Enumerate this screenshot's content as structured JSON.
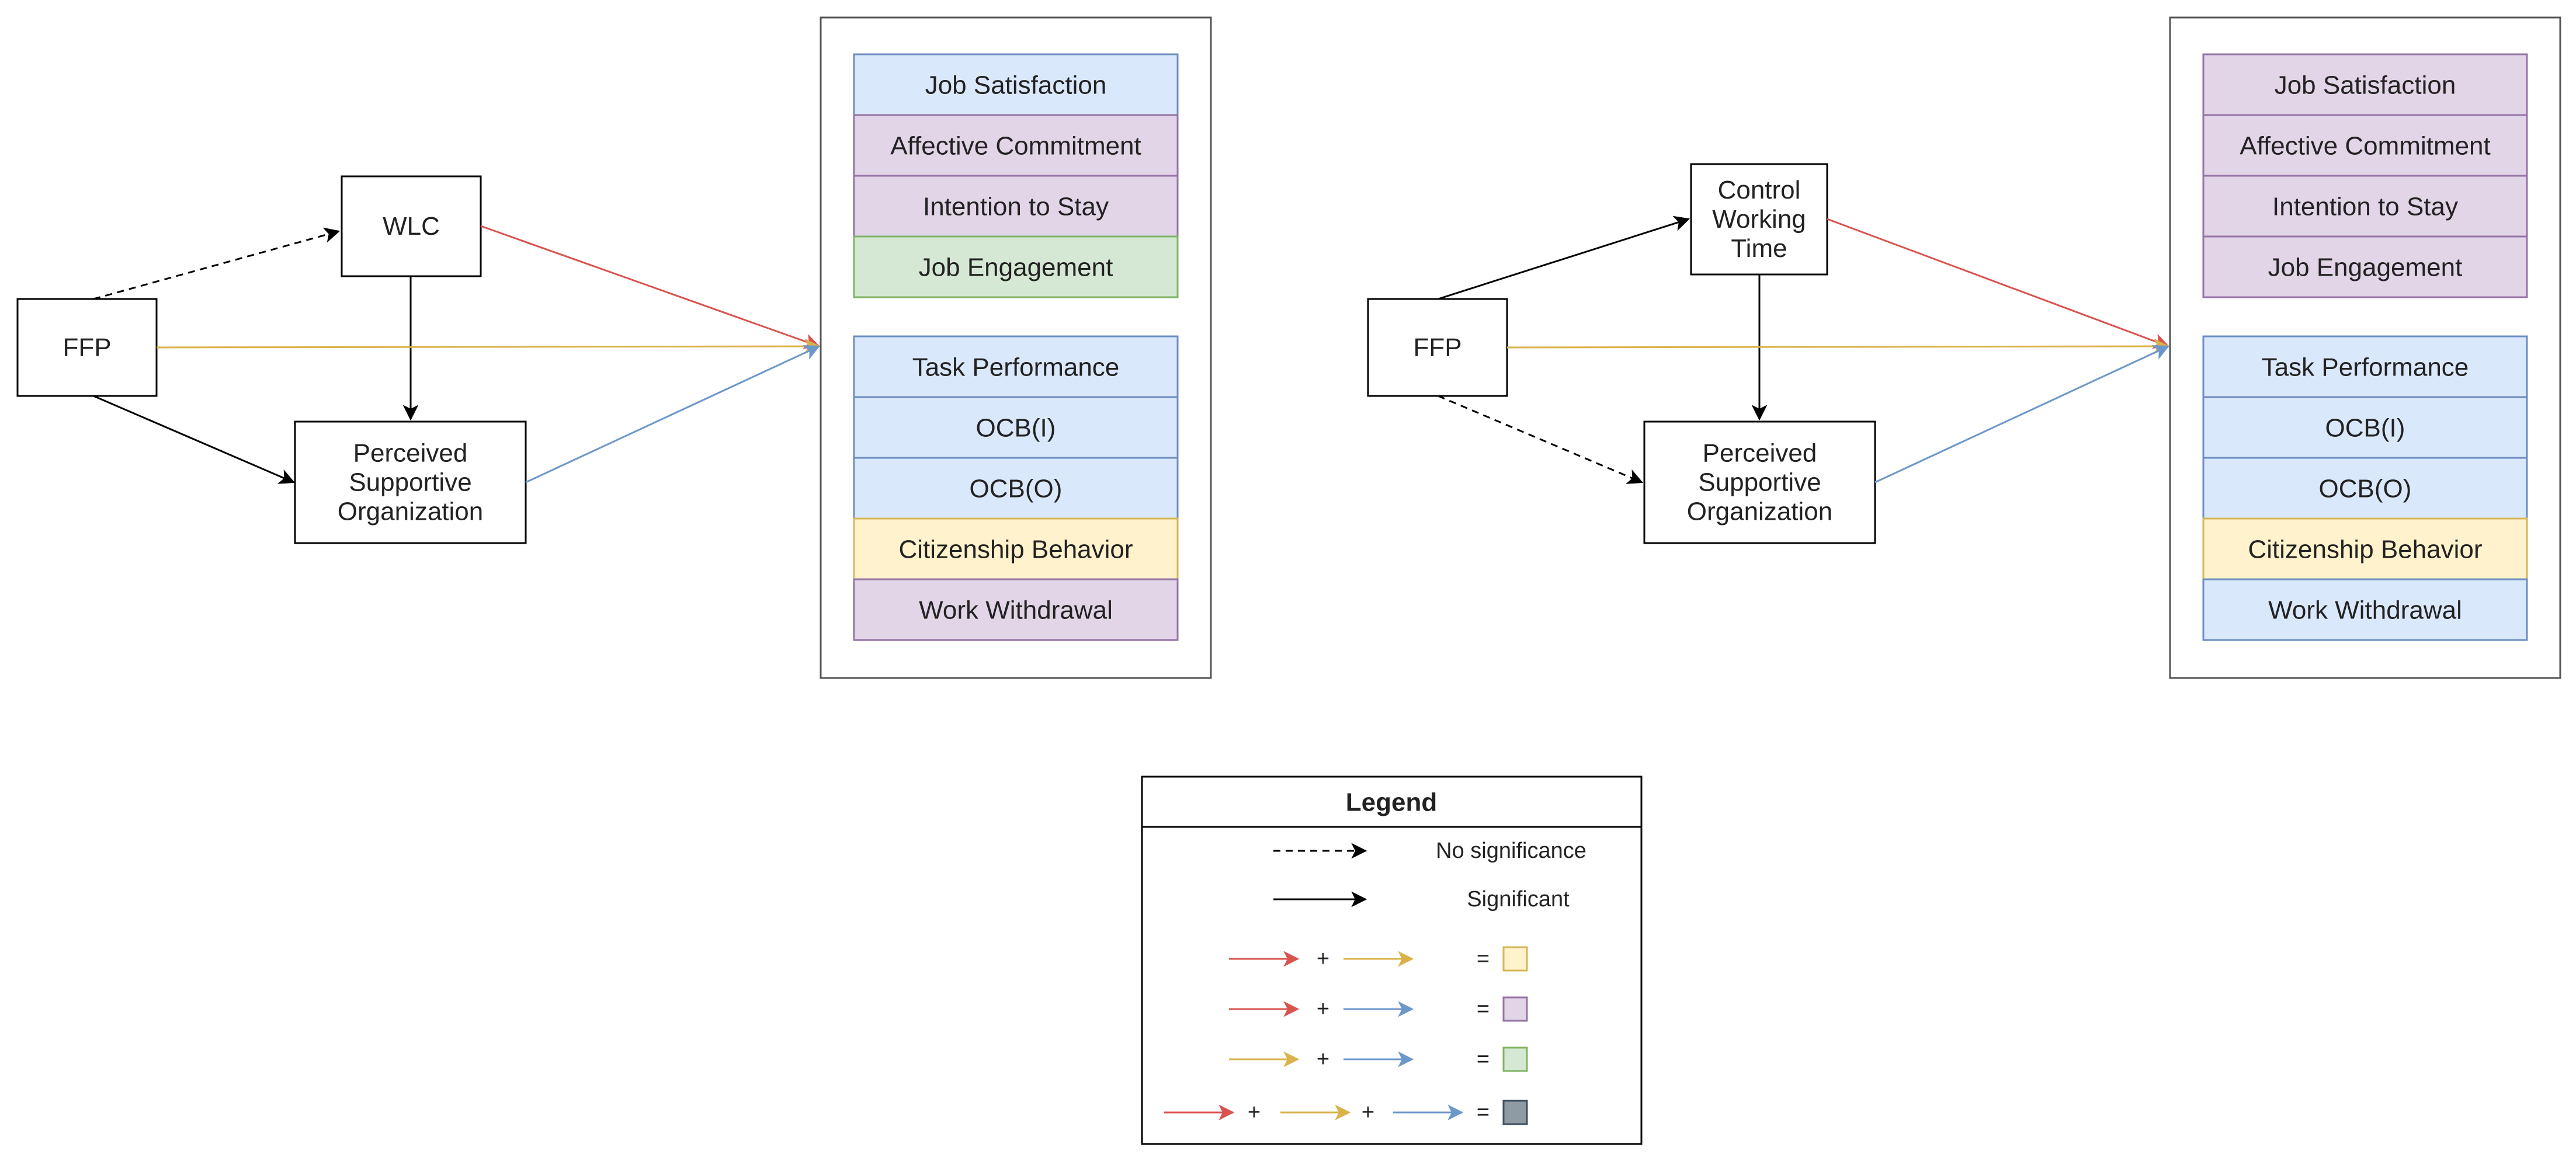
{
  "colors": {
    "red": "#d9534f",
    "yellow": "#d9b24a",
    "blue": "#6c97c9",
    "black": "#000000",
    "fill_blue": "#dae8fc",
    "stroke_blue": "#6c8ebf",
    "fill_purple": "#e1d5e7",
    "stroke_purple": "#9673a6",
    "fill_green": "#d5e8d4",
    "stroke_green": "#82b366",
    "fill_yellow": "#fff2cc",
    "stroke_yellow": "#d6b656",
    "fill_gray": "#8f9ba4",
    "stroke_gray": "#3d4f5e"
  },
  "left_model": {
    "ffp": "FFP",
    "mediator": [
      "WLC"
    ],
    "pso": [
      "Perceived",
      "Supportive",
      "Organization"
    ],
    "outcomes_top": [
      {
        "label": "Job Satisfaction",
        "color": "blue"
      },
      {
        "label": "Affective Commitment",
        "color": "purple"
      },
      {
        "label": "Intention to Stay",
        "color": "purple"
      },
      {
        "label": "Job Engagement",
        "color": "green"
      }
    ],
    "outcomes_bottom": [
      {
        "label": "Task Performance",
        "color": "blue"
      },
      {
        "label": "OCB(I)",
        "color": "blue"
      },
      {
        "label": "OCB(O)",
        "color": "blue"
      },
      {
        "label": "Citizenship Behavior",
        "color": "yellow"
      },
      {
        "label": "Work Withdrawal",
        "color": "purple"
      }
    ]
  },
  "right_model": {
    "ffp": "FFP",
    "mediator": [
      "Control",
      "Working",
      "Time"
    ],
    "pso": [
      "Perceived",
      "Supportive",
      "Organization"
    ],
    "outcomes_top": [
      {
        "label": "Job Satisfaction",
        "color": "purple"
      },
      {
        "label": "Affective Commitment",
        "color": "purple"
      },
      {
        "label": "Intention to Stay",
        "color": "purple"
      },
      {
        "label": "Job Engagement",
        "color": "purple"
      }
    ],
    "outcomes_bottom": [
      {
        "label": "Task Performance",
        "color": "blue"
      },
      {
        "label": "OCB(I)",
        "color": "blue"
      },
      {
        "label": "OCB(O)",
        "color": "blue"
      },
      {
        "label": "Citizenship Behavior",
        "color": "yellow"
      },
      {
        "label": "Work Withdrawal",
        "color": "blue"
      }
    ]
  },
  "legend": {
    "title": "Legend",
    "no_significance": "No significance",
    "significant": "Significant",
    "plus": "+",
    "equals": "=",
    "combos": [
      {
        "arrows": [
          "red",
          "yellow"
        ],
        "result": "yellow"
      },
      {
        "arrows": [
          "red",
          "blue"
        ],
        "result": "purple"
      },
      {
        "arrows": [
          "yellow",
          "blue"
        ],
        "result": "green"
      },
      {
        "arrows": [
          "red",
          "yellow",
          "blue"
        ],
        "result": "gray"
      }
    ]
  }
}
